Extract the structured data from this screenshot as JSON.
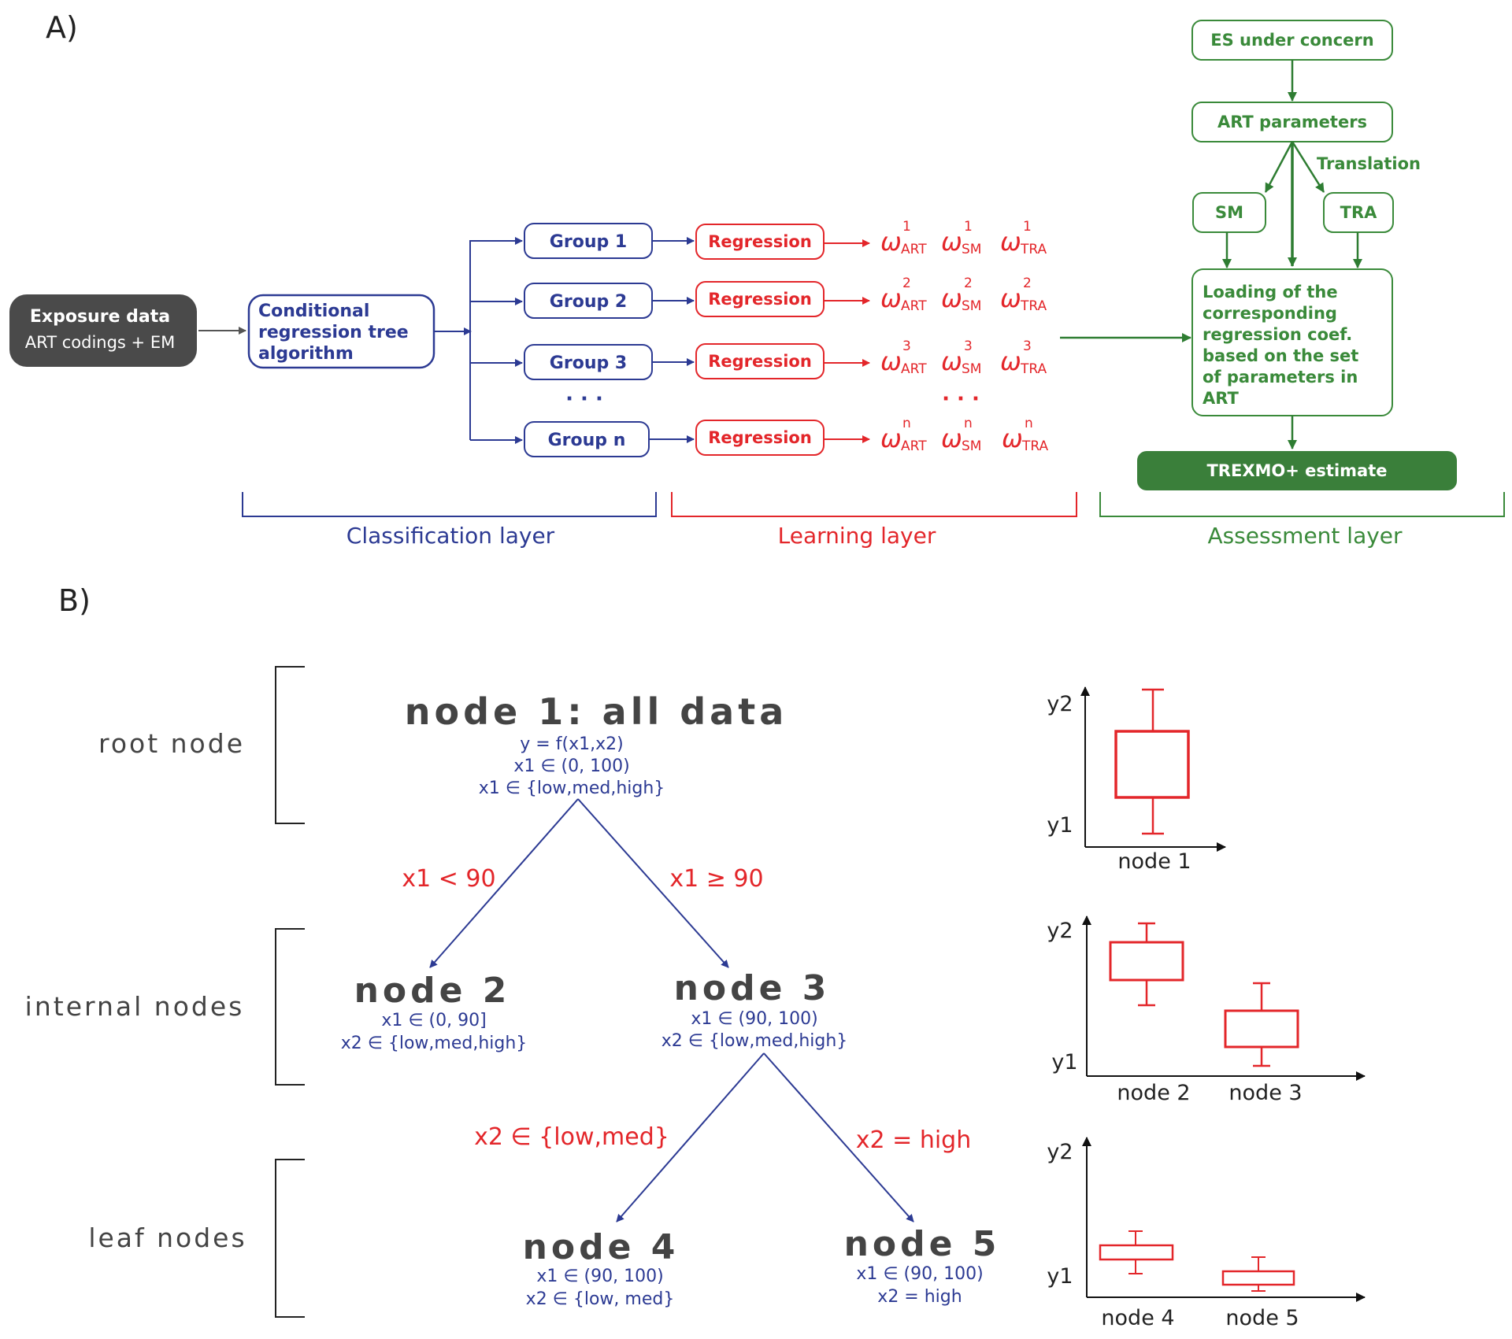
{
  "panels": {
    "a_label": "A)",
    "b_label": "B)"
  },
  "panel_a": {
    "input": {
      "title": "Exposure data",
      "subtitle": "ART codings + EM"
    },
    "algorithm": {
      "lines": [
        "Conditional",
        "regression tree",
        "algorithm"
      ]
    },
    "groups": [
      "Group 1",
      "Group 2",
      "Group 3",
      "Group n"
    ],
    "regression_label": "Regression",
    "ellipsis": "· · ·",
    "coef_symbol": "ω",
    "coef_subscripts": [
      "ART",
      "SM",
      "TRA"
    ],
    "coef_superscripts": [
      "1",
      "2",
      "3",
      "n"
    ],
    "assessment": {
      "es": "ES under concern",
      "art_params": "ART parameters",
      "translation": "Translation",
      "sm": "SM",
      "tra": "TRA",
      "loading_lines": [
        "Loading of the",
        "corresponding",
        "regression coef.",
        "based on the set",
        "of parameters in",
        "ART"
      ],
      "estimate": "TREXMO+ estimate"
    },
    "layers": {
      "classification": "Classification layer",
      "learning": "Learning layer",
      "assessment": "Assessment layer"
    },
    "colors": {
      "classification": "#2c3a93",
      "learning": "#e3262a",
      "assessment": "#3a8a3a",
      "input_box": "#4a4a4a",
      "estimate_box": "#3a7f3a"
    }
  },
  "panel_b": {
    "levels": {
      "root": "root node",
      "internal": "internal nodes",
      "leaf": "leaf nodes"
    },
    "nodes": {
      "n1": {
        "title": "node 1: all data",
        "lines": [
          "y = f(x1,x2)",
          "x1 ∈ (0, 100)",
          "x1 ∈ {low,med,high}"
        ]
      },
      "n2": {
        "title": "node 2",
        "lines": [
          "x1 ∈ (0, 90]",
          "x2 ∈ {low,med,high}"
        ]
      },
      "n3": {
        "title": "node 3",
        "lines": [
          "x1 ∈ (90, 100)",
          "x2 ∈ {low,med,high}"
        ]
      },
      "n4": {
        "title": "node 4",
        "lines": [
          "x1 ∈ (90, 100)",
          "x2 ∈ {low, med}"
        ]
      },
      "n5": {
        "title": "node 5",
        "lines": [
          "x1 ∈ (90, 100)",
          "x2 = high"
        ]
      }
    },
    "splits": {
      "s1_left": "x1 < 90",
      "s1_right": "x1 ≥ 90",
      "s2_left": "x2 ∈ {low,med}",
      "s2_right": "x2 = high"
    },
    "boxplots": {
      "y_top": "y2",
      "y_bottom": "y1",
      "plot1": [
        "node 1"
      ],
      "plot2": [
        "node 2",
        "node 3"
      ],
      "plot3": [
        "node 4",
        "node 5"
      ]
    }
  }
}
